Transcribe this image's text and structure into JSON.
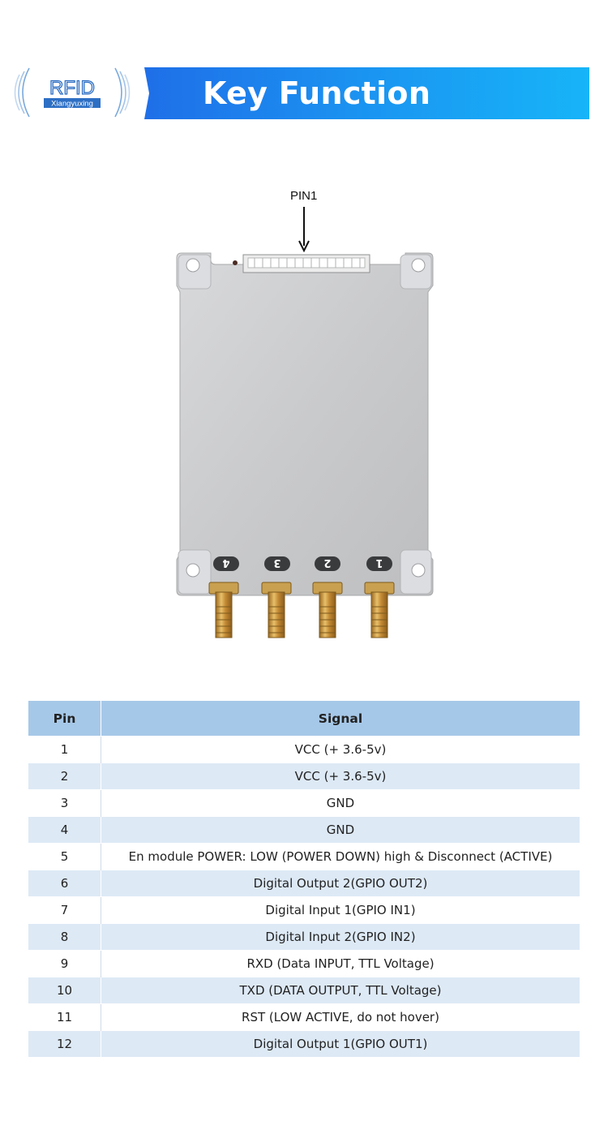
{
  "header": {
    "logo_text": "RFID",
    "logo_subtext": "Xiangyuxing",
    "title": "Key Function"
  },
  "illustration": {
    "pin_label": "PIN1",
    "port_labels": [
      "4",
      "3",
      "2",
      "1"
    ]
  },
  "table": {
    "columns": [
      "Pin",
      "Signal"
    ],
    "rows": [
      {
        "pin": "1",
        "signal": "VCC (+ 3.6-5v)"
      },
      {
        "pin": "2",
        "signal": "VCC (+ 3.6-5v)"
      },
      {
        "pin": "3",
        "signal": "GND"
      },
      {
        "pin": "4",
        "signal": "GND"
      },
      {
        "pin": "5",
        "signal": "En module POWER: LOW (POWER DOWN) high & Disconnect (ACTIVE)"
      },
      {
        "pin": "6",
        "signal": "Digital Output 2(GPIO OUT2)"
      },
      {
        "pin": "7",
        "signal": "Digital Input 1(GPIO IN1)"
      },
      {
        "pin": "8",
        "signal": "Digital Input 2(GPIO IN2)"
      },
      {
        "pin": "9",
        "signal": "RXD (Data INPUT, TTL Voltage)"
      },
      {
        "pin": "10",
        "signal": "TXD (DATA OUTPUT, TTL Voltage)"
      },
      {
        "pin": "11",
        "signal": "RST (LOW ACTIVE, do not hover)"
      },
      {
        "pin": "12",
        "signal": "Digital Output 1(GPIO OUT1)"
      }
    ]
  }
}
